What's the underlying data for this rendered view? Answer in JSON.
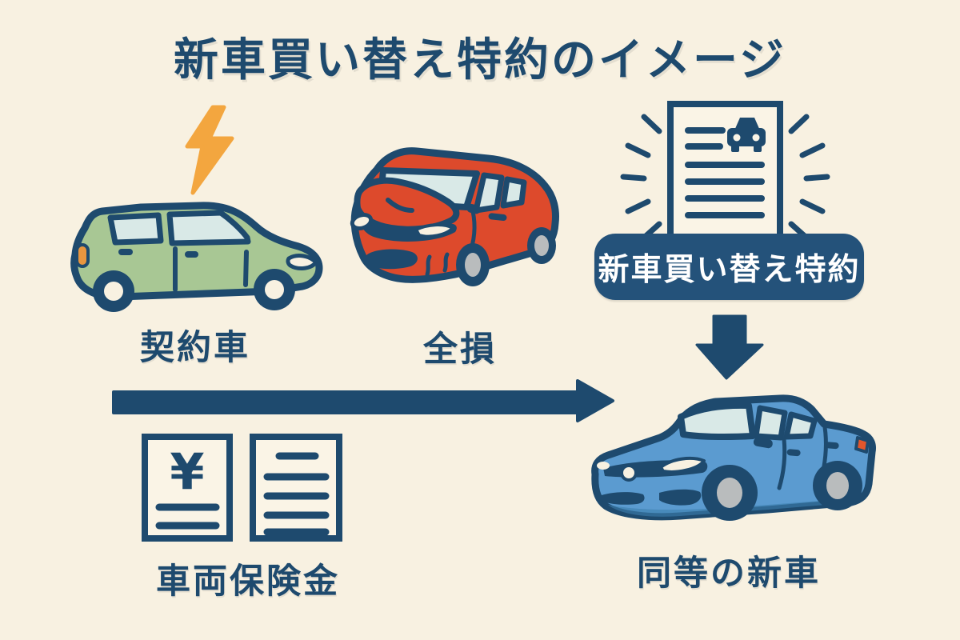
{
  "title": "新車買い替え特約のイメージ",
  "labels": {
    "contract_car": "契約車",
    "total_loss": "全損",
    "rider_badge": "新車買い替え特約",
    "insurance_payout": "車両保険金",
    "equivalent_new_car": "同等の新車",
    "yen_symbol": "¥"
  },
  "icons": {
    "accident": "lightning-bolt-icon",
    "contract_car": "green-car-side-icon",
    "total_loss_car": "red-crashed-car-icon",
    "policy_document": "document-with-car-glyph-icon",
    "policy_emphasis": "radiating-lines",
    "rider_arrow": "block-arrow-down-icon",
    "flow_arrow": "block-arrow-right-icon",
    "payout_doc_1": "document-with-yen-icon",
    "payout_doc_2": "document-with-lines-icon",
    "new_car": "blue-sedan-icon"
  },
  "colors": {
    "background": "#F8F1E1",
    "navy": "#1E4A6E",
    "badge_fill": "#24527A",
    "badge_text": "#FFFFFF",
    "green_car": "#A8C794",
    "red_car": "#DD4A2C",
    "blue_car": "#5B9BD0",
    "blue_car_shade": "#3C7FAE",
    "window": "#D9E9E7",
    "lightning_orange": "#F3A63F",
    "marker_orange": "#E8963F",
    "tail_light_orange": "#E2562C",
    "wheel_gray": "#B9BCBD",
    "paper": "#FAF4E6"
  }
}
